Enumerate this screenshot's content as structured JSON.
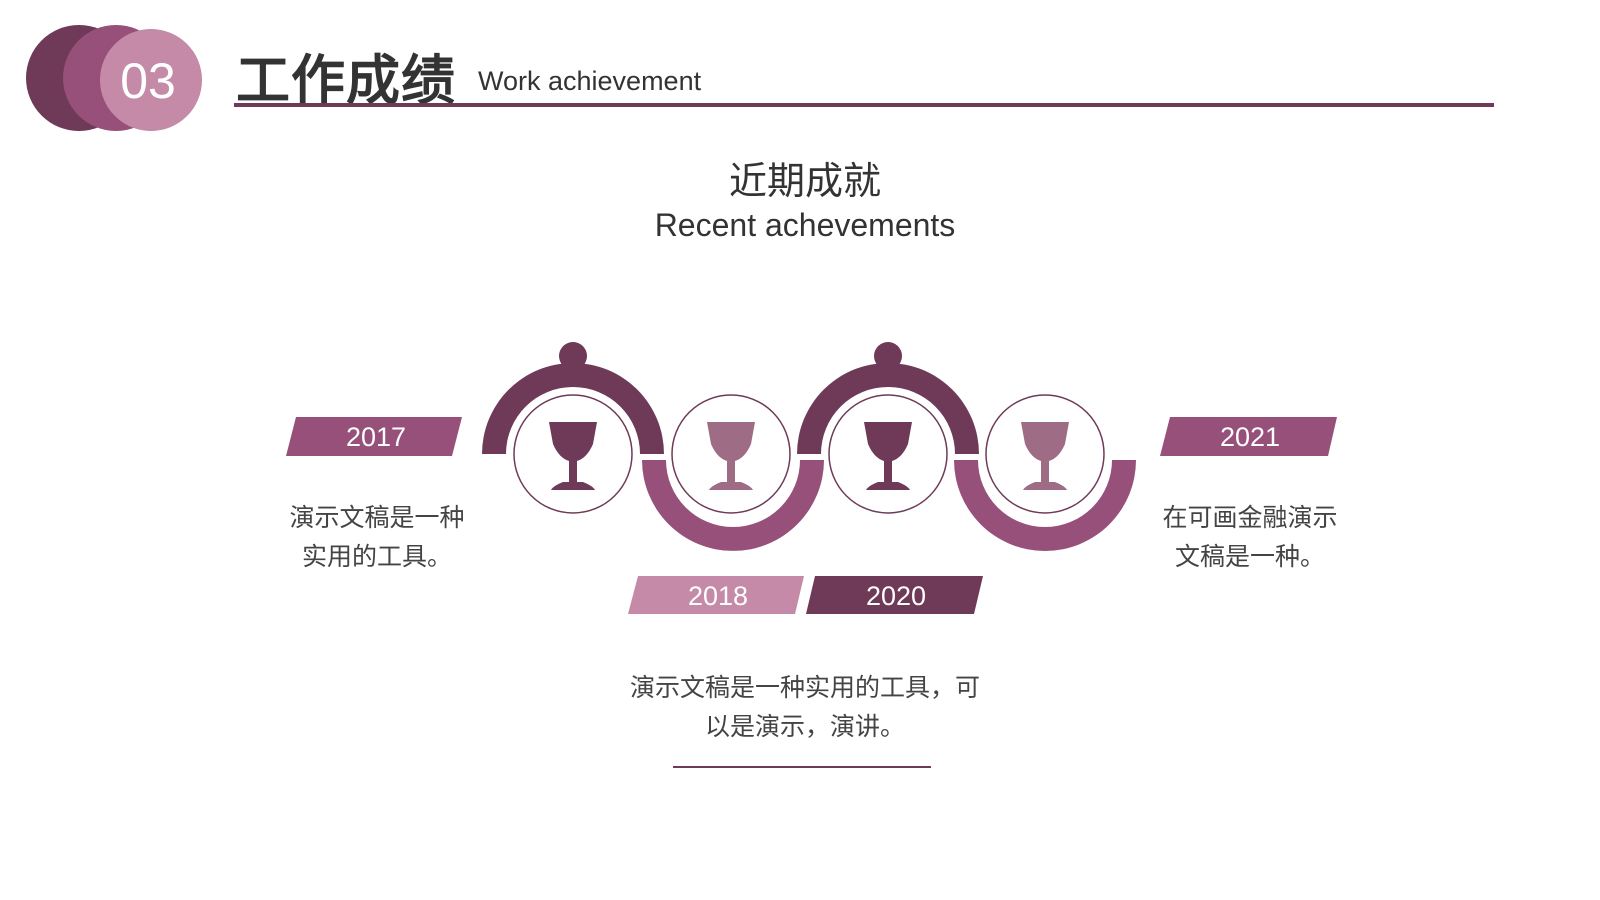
{
  "header": {
    "number": "03",
    "title": "工作成绩",
    "subtitle": "Work achievement"
  },
  "section": {
    "title_zh": "近期成就",
    "title_en": "Recent achevements"
  },
  "timeline": {
    "years": [
      "2017",
      "2018",
      "2020",
      "2021"
    ],
    "left_text": [
      "演示文稿是一种",
      "实用的工具。"
    ],
    "right_text": [
      "在可画金融演示",
      "文稿是一种。"
    ],
    "center_text": [
      "演示文稿是一种实用的工具，可",
      "以是演示，演讲。"
    ]
  },
  "colors": {
    "dark_plum": "#6e3a57",
    "medium_plum": "#97507a",
    "light_plum": "#c48aa7",
    "muted_plum": "#9e6d85",
    "text": "#333333"
  },
  "icons": [
    "trophy-cup-icon",
    "trophy-cup-icon",
    "trophy-cup-icon",
    "trophy-cup-icon"
  ]
}
